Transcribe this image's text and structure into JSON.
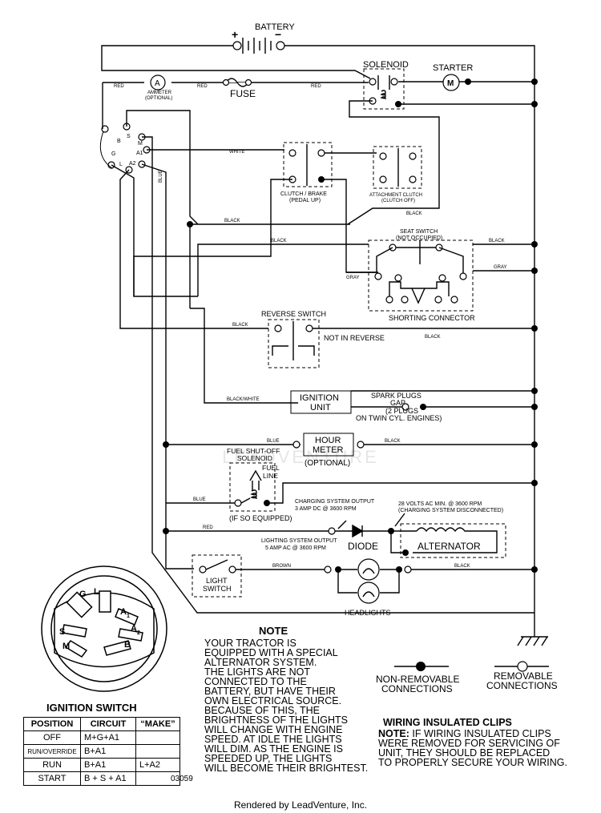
{
  "labels": {
    "battery": "BATTERY",
    "plus": "+",
    "minus": "−",
    "solenoid": "SOLENOID",
    "starter": "STARTER",
    "motor": "M",
    "ammeter_symbol": "A",
    "ammeter": "AMMETER",
    "ammeter_optional": "(OPTIONAL)",
    "fuse": "FUSE",
    "red": "RED",
    "white": "WHITE",
    "blue": "BLUE",
    "black": "BLACK",
    "gray": "GRAY",
    "black_white": "BLACK/WHITE",
    "brown": "BROWN",
    "clutch_brake": "CLUTCH / BRAKE",
    "pedal_up": "(PEDAL UP)",
    "attachment_clutch": "ATTACHMENT CLUTCH",
    "clutch_off": "(CLUTCH OFF)",
    "seat_switch": "SEAT SWITCH",
    "not_occupied": "(NOT OCCUPIED)",
    "shorting_connector": "SHORTING CONNECTOR",
    "reverse_switch": "REVERSE SWITCH",
    "not_in_reverse": "NOT IN REVERSE",
    "ignition_unit_1": "IGNITION",
    "ignition_unit_2": "UNIT",
    "spark_plugs": "SPARK PLUGS",
    "gap": "GAP",
    "two_plugs": "(2 PLUGS",
    "twin_cyl": "ON TWIN CYL. ENGINES)",
    "hour_meter_1": "HOUR",
    "hour_meter_2": "METER",
    "hour_optional": "(OPTIONAL)",
    "fuel_shutoff_1": "FUEL SHUT-OFF",
    "fuel_shutoff_2": "SOLENOID",
    "fuel_line_1": "FUEL",
    "fuel_line_2": "LINE",
    "if_so_equipped": "(IF SO EQUIPPED)",
    "charging_output_1": "CHARGING SYSTEM OUTPUT",
    "charging_output_2": "3 AMP DC @ 3600 RPM",
    "volts_1": "28 VOLTS AC MIN. @ 3600 RPM",
    "volts_2": "(CHARGING SYSTEM DISCONNECTED)",
    "lighting_output_1": "LIGHTING SYSTEM OUTPUT",
    "lighting_output_2": "5 AMP AC @ 3600 RPM",
    "diode": "DIODE",
    "alternator": "ALTERNATOR",
    "light_switch_1": "LIGHT",
    "light_switch_2": "SWITCH",
    "headlights": "HEADLIGHTS",
    "non_removable_1": "NON-REMOVABLE",
    "non_removable_2": "CONNECTIONS",
    "removable_1": "REMOVABLE",
    "removable_2": "CONNECTIONS",
    "watermark": "LEADVENTURE",
    "sw_b": "B",
    "sw_s": "S",
    "sw_m": "M",
    "sw_g": "G",
    "sw_l": "L",
    "sw_a1": "A1",
    "sw_a2": "A2",
    "plug_g": "G",
    "plug_l": "L",
    "plug_a1": "A",
    "plug_a1_sub": "1",
    "plug_a2": "A",
    "plug_a2_sub": "2",
    "plug_s": "S",
    "plug_m": "M",
    "plug_b": "B"
  },
  "note": {
    "title": "NOTE",
    "lines": [
      "YOUR TRACTOR IS",
      "EQUIPPED WITH A SPECIAL",
      "ALTERNATOR SYSTEM.",
      "THE LIGHTS ARE NOT",
      "CONNECTED TO THE",
      "BATTERY, BUT HAVE THEIR",
      "OWN ELECTRICAL SOURCE.",
      "BECAUSE OF THIS, THE",
      "BRIGHTNESS OF THE LIGHTS",
      "WILL CHANGE WITH ENGINE",
      "SPEED.  AT IDLE THE LIGHTS",
      "WILL DIM.  AS THE ENGINE IS",
      "SPEEDED UP, THE LIGHTS",
      "WILL BECOME THEIR BRIGHTEST."
    ]
  },
  "clips": {
    "title": "WIRING INSULATED CLIPS",
    "note_label": "NOTE:",
    "lines": [
      " IF WIRING INSULATED CLIPS",
      "WERE REMOVED FOR SERVICING OF",
      " UNIT, THEY SHOULD BE REPLACED",
      "TO PROPERLY SECURE YOUR WIRING."
    ]
  },
  "ignition_switch": {
    "title": "IGNITION SWITCH",
    "headers": [
      "POSITION",
      "CIRCUIT",
      "“MAKE”"
    ],
    "rows": [
      [
        "OFF",
        "M+G+A1",
        ""
      ],
      [
        "RUN/OVERRIDE",
        "B+A1",
        ""
      ],
      [
        "RUN",
        "B+A1",
        "L+A2"
      ],
      [
        "START",
        "B + S + A1",
        ""
      ]
    ]
  },
  "code": "03059",
  "footer": "Rendered by LeadVenture, Inc."
}
